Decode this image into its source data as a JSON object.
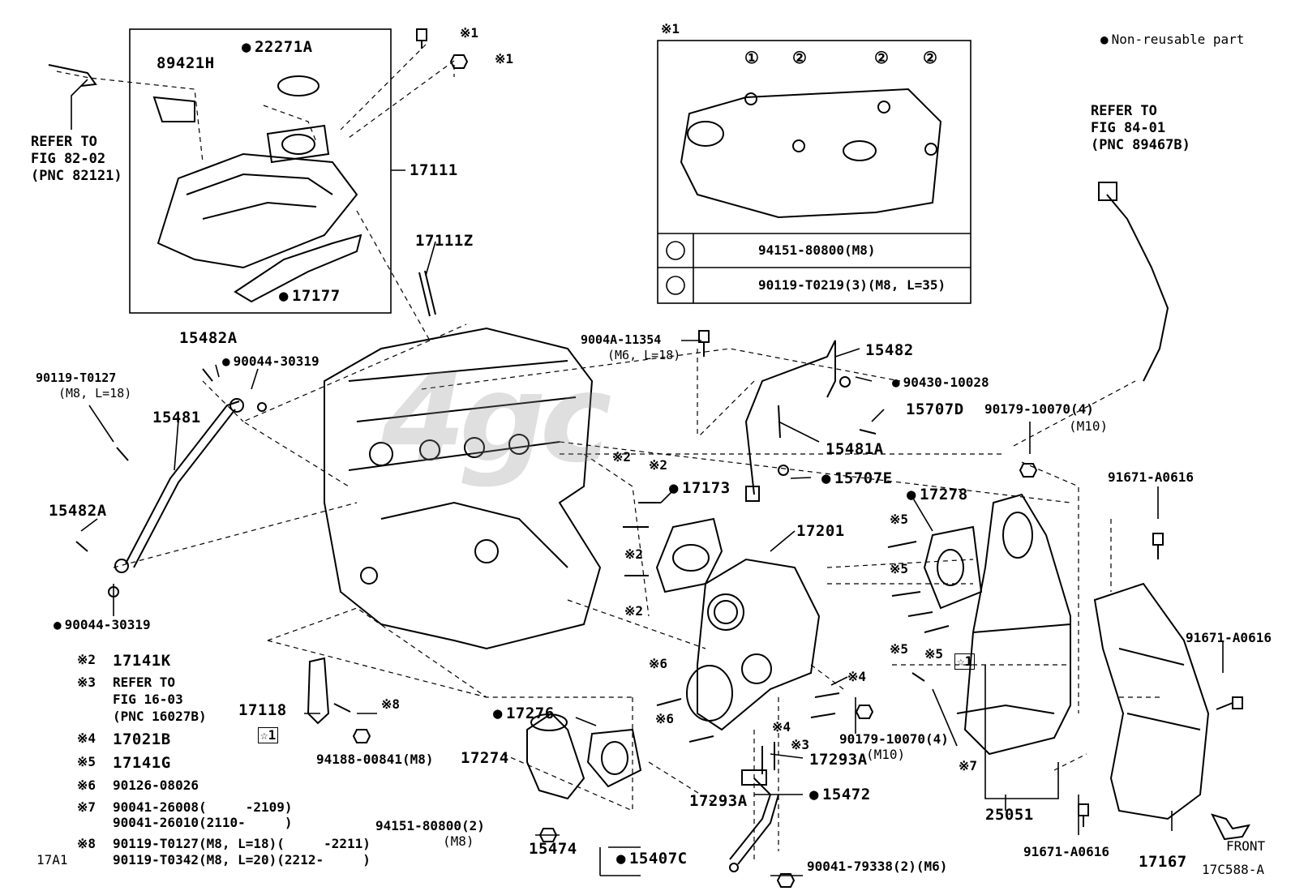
{
  "legend": {
    "non_reusable": "Non-reusable part"
  },
  "watermark": "4gc",
  "refs": {
    "fig82": "REFER TO\nFIG 82-02\n(PNC 82121)",
    "fig84": "REFER TO\nFIG 84-01\n(PNC 89467B)"
  },
  "inset": {
    "marker": "※1",
    "n1": "①",
    "n2": "②",
    "row1_code": "94151-80800(M8)",
    "row2_code": "90119-T0219(3)(M8, L=35)"
  },
  "labels": {
    "p89421H": "89421H",
    "p22271A": "22271A",
    "p17111": "17111",
    "p17177": "17177",
    "p17111Z": "17111Z",
    "m1a": "※1",
    "m1b": "※1",
    "p15482A_top": "15482A",
    "p90044_top": "90044-30319",
    "p90119_t0127": "90119-T0127",
    "p90119_t0127_sub": "(M8, L=18)",
    "p15481": "15481",
    "p15482A_left": "15482A",
    "p90044_bottom": "90044-30319",
    "p9004A": "9004A-11354",
    "p9004A_sub": "(M6, L=18)",
    "p15482": "15482",
    "p90430": "90430-10028",
    "p15707D": "15707D",
    "p15481A": "15481A",
    "p15707E": "15707E",
    "p17173": "17173",
    "p17278": "17278",
    "p17201": "17201",
    "p90179_top": "90179-10070(4)",
    "p90179_top_sub": "(M10)",
    "p91671_a": "91671-A0616",
    "p91671_b": "91671-A0616",
    "p91671_c": "91671-A0616",
    "m2a": "※2",
    "m2b": "※2",
    "m2c": "※2",
    "m2d": "※2",
    "m5a": "※5",
    "m5b": "※5",
    "m5c": "※5",
    "m5d": "※5",
    "m6a": "※6",
    "m6b": "※6",
    "m4a": "※4",
    "m4b": "※4",
    "m3": "※3",
    "m7": "※7",
    "m8": "※8",
    "star1a": "☆1",
    "star1b": "☆1",
    "p17118": "17118",
    "p94188": "94188-00841(M8)",
    "p17276": "17276",
    "p17274": "17274",
    "p90179_bot": "90179-10070(4)",
    "p90179_bot_sub": "(M10)",
    "p17293A_r": "17293A",
    "p17293A_l": "17293A",
    "p15472": "15472",
    "p94151": "94151-80800(2)",
    "p94151_sub": "(M8)",
    "p15474": "15474",
    "p15407C": "15407C",
    "p90041_79338": "90041-79338(2)(M6)",
    "p25051": "25051",
    "p17167": "17167",
    "front": "FRONT",
    "fig_code": "17C588-A"
  },
  "notes": [
    {
      "mark": "※2",
      "text": "17141K"
    },
    {
      "mark": "※3",
      "text": "REFER TO"
    },
    {
      "mark": "",
      "text": "FIG 16-03"
    },
    {
      "mark": "",
      "text": "(PNC 16027B)"
    },
    {
      "mark": "※4",
      "text": "17021B"
    },
    {
      "mark": "※5",
      "text": "17141G"
    },
    {
      "mark": "※6",
      "text": "90126-08026"
    },
    {
      "mark": "※7",
      "text": "90041-26008(     -2109)"
    },
    {
      "mark": "",
      "text": "90041-26010(2110-     )"
    },
    {
      "mark": "※8",
      "text": "90119-T0127(M8, L=18)(     -2211)"
    },
    {
      "mark": "",
      "text": "90119-T0342(M8, L=20)(2212-     )"
    }
  ],
  "section_code": "17A1"
}
